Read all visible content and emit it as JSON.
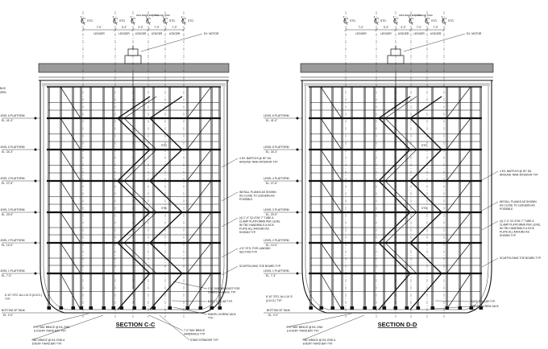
{
  "sections": [
    {
      "id": "C-C",
      "title": "SECTION C-C",
      "centerlines": [
        {
          "label": "STG.",
          "super": ""
        },
        {
          "label": "STG.",
          "super": ""
        },
        {
          "label": "",
          "super": "WASTEWATER STORAGE TANK"
        },
        {
          "label": "",
          "super": "Q STG."
        },
        {
          "label": "STG.",
          "super": ""
        },
        {
          "label": "STG.",
          "super": ""
        }
      ],
      "dims": [
        {
          "value": "7'-0\"",
          "sub": "LEDGER"
        },
        {
          "value": "3'-3\"",
          "sub": "LEDGER"
        },
        {
          "value": "3'-3\"",
          "sub": "LEDGER"
        },
        {
          "value": "7'-0\"",
          "sub": "LEDGER"
        },
        {
          "value": "7'-0\"",
          "sub": "LEDGER"
        }
      ],
      "motor": "EX. MOTOR",
      "platforms": [
        {
          "name": "LEVEL 6 PLATFORM",
          "el": "EL. 41'-0\""
        },
        {
          "name": "LEVEL 5 PLATFORM",
          "el": "EL. 34'-3\""
        },
        {
          "name": "LEVEL 4 PLATFORM",
          "el": "EL. 27'-6\""
        },
        {
          "name": "LEVEL 3 PLATFORM",
          "el": "EL. 20'-9\""
        },
        {
          "name": "LEVEL 2 PLATFORM",
          "el": "EL. 14'-0\""
        },
        {
          "name": "LEVEL 1 PLATFORM",
          "el": "EL. 7'-3\""
        }
      ],
      "bottom_tank": "BOTTOM OF TANK",
      "bottom_el": "EL. 0'-0\"",
      "left_fragments": [
        "BUS",
        "ZEEL"
      ],
      "left_notes": [
        "6'-10\" STG. ALL LVL'S (U.N.O.)",
        "TYP."
      ],
      "notes_right": [
        {
          "lines": [
            "4 EX. BAFFLES @ 90° EA.",
            "AROUND TANK INTERIOR TYP."
          ]
        },
        {
          "lines": [
            "INSTALL PLANKS AS SHOWN",
            "AS CLOSE TO LEDGERS AS",
            "POSSIBLE."
          ]
        },
        {
          "lines": [
            "(4) 1\"-0\" X2-4\"X6'-7\" TUBE &",
            "CLAMP PLATFORMS PER LEVEL",
            "W/ TBC HANDRAILS & KICK",
            "PLATE ALL AROUND AS",
            "SHOWN TYP."
          ]
        },
        {
          "lines": [
            "4'-5\" STG. FOR LANDING",
            "SECTION TYP."
          ]
        },
        {
          "lines": [
            "SCAFFOLDING TOE BOARD TYP."
          ]
        }
      ],
      "notes_bottom": [
        {
          "lines": [
            "2'-3\" SIDE BRACKET FOR",
            "STAIRS LANDING TYP."
          ]
        },
        {
          "lines": [
            "BASE COLLAR TYP."
          ]
        },
        {
          "lines": [
            "SWIVEL SCREW JACK",
            "TYP."
          ]
        },
        {
          "lines": [
            "STAIR STRINGER TYP."
          ]
        },
        {
          "lines": [
            "7'-0\" BAY BRACE",
            "HANDRAILS TYP."
          ]
        },
        {
          "lines": [
            "7'-0\" BAY BRACE @ EA. END",
            "& EVERY THIRD BAY TYP."
          ]
        },
        {
          "lines": [
            "TBC BRACE @ EA. END &",
            "EVERY THIRD BAY TYP."
          ]
        }
      ]
    },
    {
      "id": "D-D",
      "title": "SECTION D-D",
      "centerlines": [
        {
          "label": "STG.",
          "super": ""
        },
        {
          "label": "STG.",
          "super": ""
        },
        {
          "label": "",
          "super": "WASTEWATER STORAGE TANK"
        },
        {
          "label": "",
          "super": "Q STG."
        },
        {
          "label": "STG.",
          "super": ""
        },
        {
          "label": "STG.",
          "super": ""
        }
      ],
      "dims": [
        {
          "value": "7'-0\"",
          "sub": "LEDGER"
        },
        {
          "value": "3'-3\"",
          "sub": "LEDGER"
        },
        {
          "value": "3'-3\"",
          "sub": "LEDGER"
        },
        {
          "value": "7'-0\"",
          "sub": "LEDGER"
        },
        {
          "value": "7'-0\"",
          "sub": "LEDGER"
        }
      ],
      "motor": "EX. MOTOR",
      "platforms": [
        {
          "name": "LEVEL 6 PLATFORM",
          "el": "EL. 41'-0\""
        },
        {
          "name": "LEVEL 5 PLATFORM",
          "el": "EL. 34'-3\""
        },
        {
          "name": "LEVEL 4 PLATFORM",
          "el": "EL. 27'-6\""
        },
        {
          "name": "LEVEL 3 PLATFORM",
          "el": "EL. 20'-9\""
        },
        {
          "name": "LEVEL 2 PLATFORM",
          "el": "EL. 14'-0\""
        },
        {
          "name": "LEVEL 1 PLATFORM",
          "el": "EL. 7'-3\""
        }
      ],
      "bottom_tank": "BOTTOM OF TANK",
      "bottom_el": "EL. 0'-0\"",
      "left_fragments": [],
      "left_notes": [
        "6'-10\" STG. ALL LVL'S",
        "(U.N.O.) TYP."
      ],
      "notes_right": [
        {
          "lines": [
            "4 EX. BAFFLES @ 90° EA.",
            "AROUND TANK INTERIOR TYP."
          ]
        },
        {
          "lines": [
            "INSTALL PLANKS AS SHOWN",
            "AS CLOSE TO LEDGERS AS",
            "POSSIBLE."
          ]
        },
        {
          "lines": [
            "(4) 1\"-0\" X2-4\"X6'-7\" TUBE &",
            "CLAMP PLATFORMS PER LEVEL",
            "W/ TBC HANDRAILS & KICK",
            "PLATE ALL AROUND AS",
            "SHOWN TYP."
          ]
        },
        {
          "lines": [
            "SCAFFOLDING TOE BOARD TYP."
          ]
        }
      ],
      "notes_bottom": [
        {
          "lines": [
            "BASE COLLAR TYP."
          ]
        },
        {
          "lines": [
            "SWIVEL SCREW JACK",
            "TYP."
          ]
        },
        {
          "lines": [
            "7'-0\" BAY BRACE @ EA. END",
            "& EVERY THIRD BAY TYP."
          ]
        },
        {
          "lines": [
            "TBC BRACE @ EA. END &",
            "EVERY THIRD BAY TYP."
          ]
        }
      ]
    }
  ]
}
